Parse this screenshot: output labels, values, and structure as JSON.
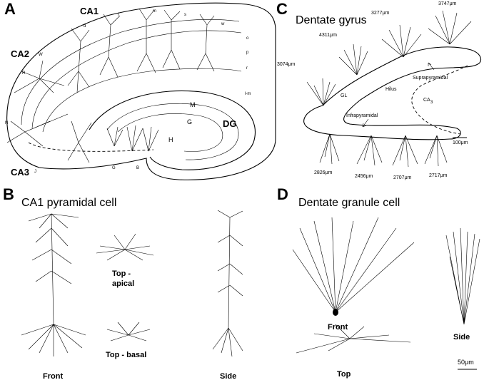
{
  "panels": {
    "a": {
      "letter": "A",
      "regions": {
        "ca1": "CA1",
        "ca2": "CA2",
        "ca3": "CA3",
        "dg": "DG"
      },
      "layer_labels": [
        "d",
        "l",
        "m",
        "s",
        "w",
        "o",
        "p",
        "r",
        "l-m",
        "W",
        "R",
        "N",
        "J",
        "G",
        "B",
        "M",
        "G",
        "H"
      ]
    },
    "b": {
      "letter": "B",
      "title": "CA1 pyramidal cell",
      "views": {
        "front": "Front",
        "top_apical": "Top -",
        "top_apical_2": "apical",
        "top_basal": "Top - basal",
        "side": "Side"
      }
    },
    "c": {
      "letter": "C",
      "title": "Dentate gyrus",
      "lengths_top": [
        "3074μm",
        "4311μm",
        "3277μm",
        "3747μm"
      ],
      "lengths_bottom": [
        "2826μm",
        "2456μm",
        "2707μm",
        "2717μm"
      ],
      "labels": {
        "gl": "GL",
        "hilus": "Hilus",
        "supra": "Suprapyramidal",
        "infra": "Infrapyramidal",
        "ca3": "CA",
        "ca3_sub": "3"
      },
      "scale": "100μm"
    },
    "d": {
      "letter": "D",
      "title": "Dentate granule cell",
      "views": {
        "front": "Front",
        "top": "Top",
        "side": "Side"
      },
      "scale": "50μm"
    }
  }
}
